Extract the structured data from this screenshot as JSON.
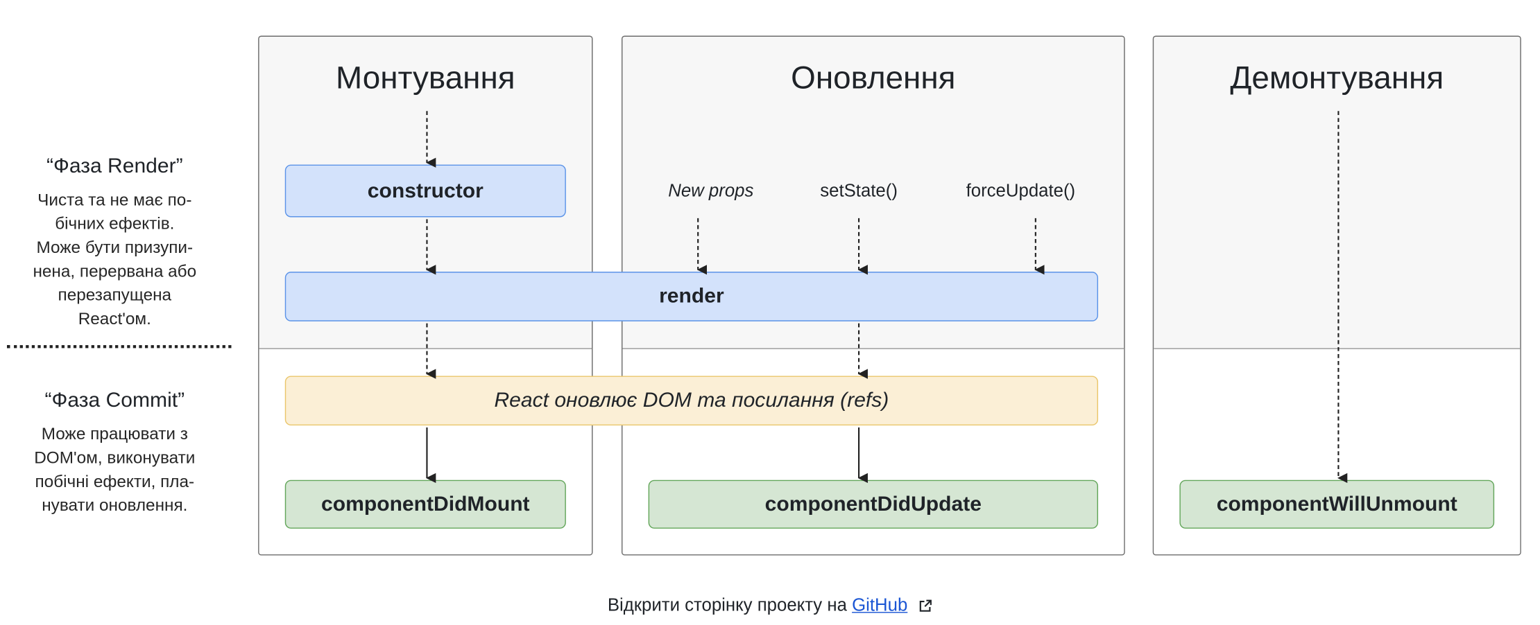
{
  "phases": {
    "render": {
      "title": "“Фаза Render”",
      "desc": [
        "Чиста та не має по-",
        "бічних ефектів.",
        "Може бути призупи-",
        "нена, перервана або",
        "перезапущена",
        "React'ом."
      ]
    },
    "commit": {
      "title": "“Фаза Commit”",
      "desc": [
        "Може працювати з",
        "DOM'ом, виконувати",
        "побічні ефекти, пла-",
        "нувати оновлення."
      ]
    }
  },
  "columns": {
    "mounting": "Монтування",
    "updating": "Оновлення",
    "unmounting": "Демонтування"
  },
  "triggers": {
    "new_props": "New props",
    "set_state": "setState()",
    "force_update": "forceUpdate()"
  },
  "boxes": {
    "constructor": "constructor",
    "render": "render",
    "react_updates": "React оновлює DOM та посилання (refs)",
    "did_mount": "componentDidMount",
    "did_update": "componentDidUpdate",
    "will_unmount": "componentWillUnmount"
  },
  "footer": {
    "text": "Відкрити сторінку проекту на",
    "link": "GitHub"
  },
  "colors": {
    "render_box_fill": "#d3e2fb",
    "render_box_border": "#5b93e8",
    "commit_box_fill": "#fbefd6",
    "commit_box_border": "#eac66b",
    "lifecycle_box_fill": "#d5e6d3",
    "lifecycle_box_border": "#63a65a",
    "link": "#1a55d4"
  },
  "icons": {
    "footer_link": "external-link-icon"
  }
}
